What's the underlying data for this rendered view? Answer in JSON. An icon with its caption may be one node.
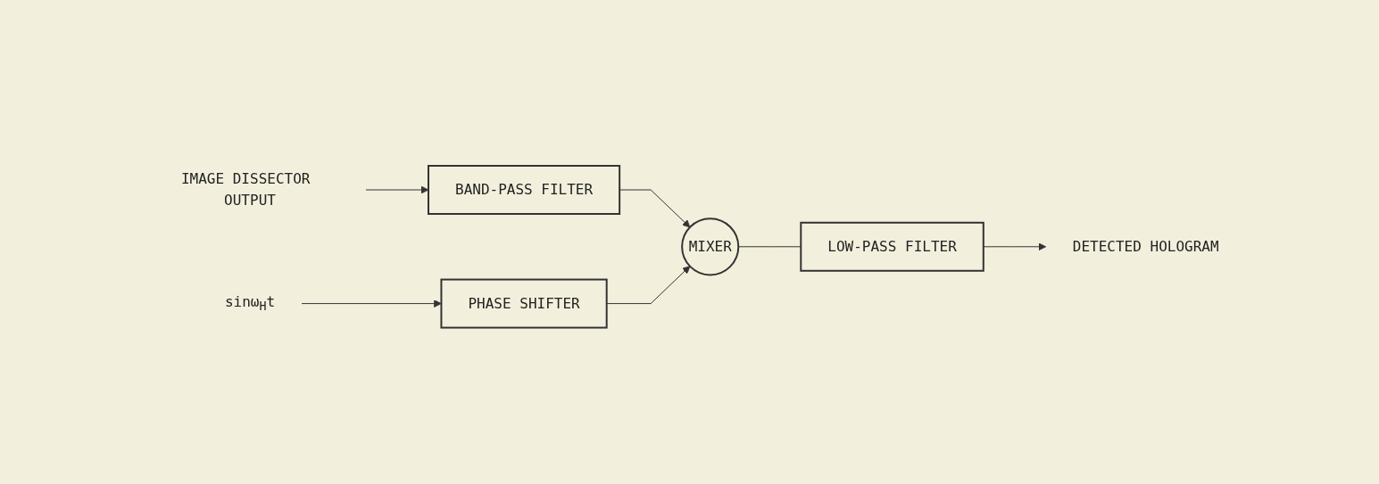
{
  "diagram": {
    "nodes": [
      {
        "text": [
          "IMAGE DISSECTOR OUTPUT"
        ]
      },
      {
        "text": [
          "BAND-PASS FILTER"
        ]
      },
      {
        "text": [
          "MIXER"
        ]
      },
      {
        "text": [
          "LOW-PASS FILTER"
        ]
      },
      {
        "text": [
          "DETECTED HOLOGRAM"
        ]
      },
      {
        "text": [
          "sinω$_{H}$t"
        ]
      },
      {
        "text": [
          "PHASE SHIFTER"
        ]
      }
    ],
    "edges": [
      {
        "from": 0,
        "to": 1,
        "arrow": "to"
      },
      {
        "from": 1,
        "to": 2,
        "arrow": "to"
      },
      {
        "from": 2,
        "to": 3,
        "arrow": "none"
      },
      {
        "from": 3,
        "to": 4,
        "arrow": "to"
      },
      {
        "from": 5,
        "to": 6,
        "arrow": "to"
      },
      {
        "from": 6,
        "to": 2,
        "arrow": "to"
      }
    ]
  }
}
